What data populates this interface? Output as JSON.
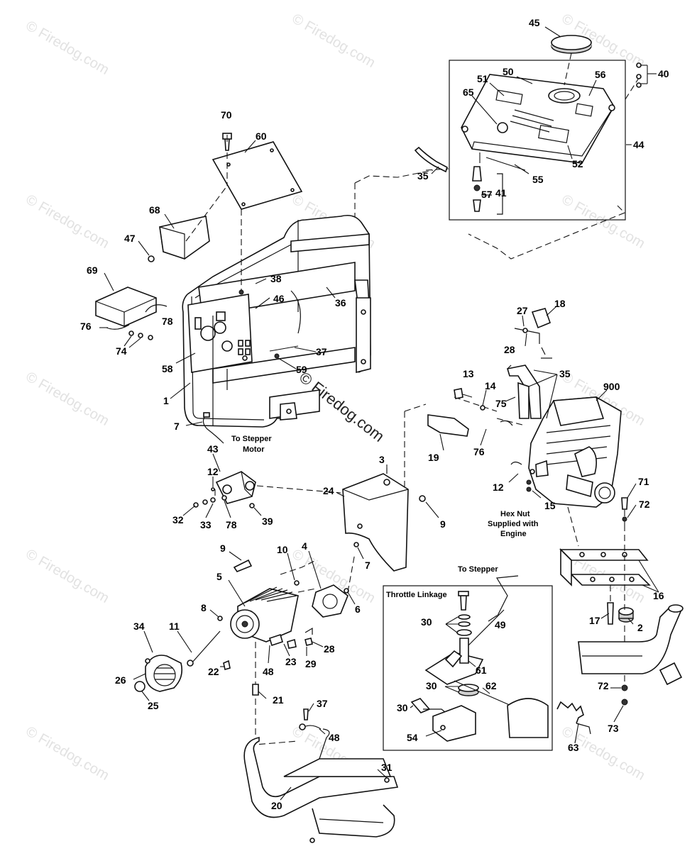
{
  "watermark": "© Firedog.com",
  "center_watermark": "© Firedog.com",
  "inset_title": "Throttle Linkage",
  "notes": {
    "to_stepper_motor_1": "To Stepper",
    "to_stepper_motor_2": "Motor",
    "to_stepper": "To Stepper",
    "hex_nut_1": "Hex Nut",
    "hex_nut_2": "Supplied with",
    "hex_nut_3": "Engine"
  },
  "callouts": [
    "45",
    "40",
    "50",
    "51",
    "56",
    "65",
    "44",
    "52",
    "55",
    "35",
    "41",
    "57",
    "70",
    "60",
    "68",
    "47",
    "38",
    "46",
    "36",
    "69",
    "78",
    "76",
    "74",
    "37",
    "58",
    "59",
    "1",
    "27",
    "18",
    "28",
    "35",
    "13",
    "14",
    "75",
    "900",
    "7",
    "43",
    "12",
    "19",
    "76",
    "3",
    "24",
    "32",
    "33",
    "78",
    "39",
    "12",
    "15",
    "71",
    "72",
    "9",
    "9",
    "10",
    "4",
    "7",
    "5",
    "6",
    "8",
    "34",
    "11",
    "28",
    "23",
    "29",
    "48",
    "22",
    "26",
    "25",
    "21",
    "37",
    "48",
    "16",
    "17",
    "2",
    "30",
    "49",
    "61",
    "30",
    "62",
    "30",
    "54",
    "63",
    "72",
    "73",
    "31",
    "20"
  ]
}
